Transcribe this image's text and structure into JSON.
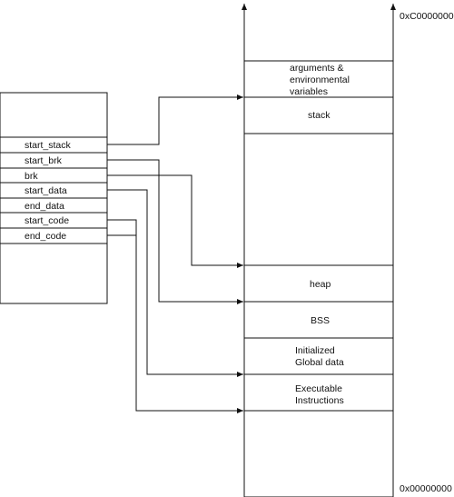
{
  "addresses": {
    "top": "0xC0000000",
    "bottom": "0x00000000"
  },
  "task_struct_fields": [
    "start_stack",
    "start_brk",
    "brk",
    "start_data",
    "end_data",
    "start_code",
    "end_code"
  ],
  "memory_segments": {
    "args_env": [
      "arguments &",
      "environmental",
      "variables"
    ],
    "stack": "stack",
    "heap": "heap",
    "bss": "BSS",
    "init_data": [
      "Initialized",
      "Global data"
    ],
    "code": [
      "Executable",
      "Instructions"
    ]
  }
}
